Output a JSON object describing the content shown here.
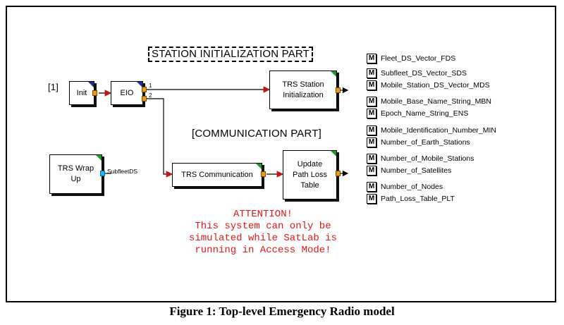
{
  "headings": {
    "station": "STATION INITIALIZATION PART",
    "communication": "[COMMUNICATION PART]",
    "index": "[1]"
  },
  "blocks": {
    "init": "Init",
    "eio": "EIO",
    "trs_station": "TRS Station Initialization",
    "trs_comm": "TRS Communication",
    "update": "Update Path Loss Table",
    "wrap": "TRS Wrap Up"
  },
  "port_labels": {
    "eio_1": "1",
    "eio_2": "2",
    "subfleet": "SubfleetDS"
  },
  "memory_icon": "M",
  "memory_items": [
    "Fleet_DS_Vector_FDS",
    "Subfleet_DS_Vector_SDS",
    "Mobile_Station_DS_Vector_MDS",
    "Mobile_Base_Name_String_MBN",
    "Epoch_Name_String_ENS",
    "Mobile_Identification_Number_MIN",
    "Number_of_Earth_Stations",
    "Number_of_Mobile_Stations",
    "Number_of_Satellites",
    "Number_of_Nodes",
    "Path_Loss_Table_PLT"
  ],
  "attention": {
    "line1": "ATTENTION!",
    "line2": "This system can only be",
    "line3": "simulated while SatLab is",
    "line4": "running in Access Mode!"
  },
  "caption": "Figure 1: Top-level Emergency Radio model",
  "colors": {
    "attention": "#e01818",
    "arrow": "#c01818",
    "port_out": "#e89a1e",
    "port_in_alt": "#25b5e8",
    "corner_green": "#1a9a2a",
    "corner_blue": "#1f2f9a"
  }
}
